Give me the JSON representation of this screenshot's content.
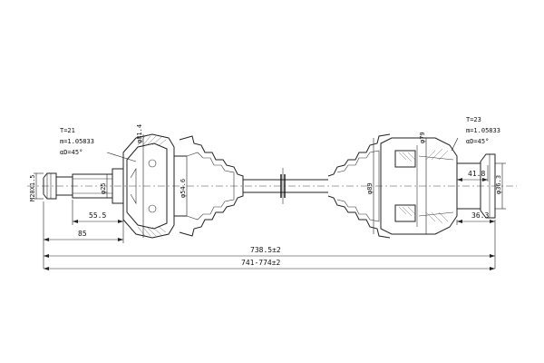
{
  "left_spec": {
    "t": "T=21",
    "m": "m=1.05833",
    "a": "αD=45°"
  },
  "right_spec": {
    "t": "T=23",
    "m": "m=1.05833",
    "a": "αD=45°"
  },
  "dims": {
    "thread": "M20X1.5",
    "d25": "φ25",
    "d81": "φ81.4",
    "d546": "φ54.6",
    "d555": "55.5",
    "d85": "85",
    "d79": "φ79",
    "d89": "φ89",
    "d418": "41.8",
    "d363": "36.3",
    "d363v": "φ36.3",
    "total": "738.5±2",
    "range": "741-774±2"
  }
}
